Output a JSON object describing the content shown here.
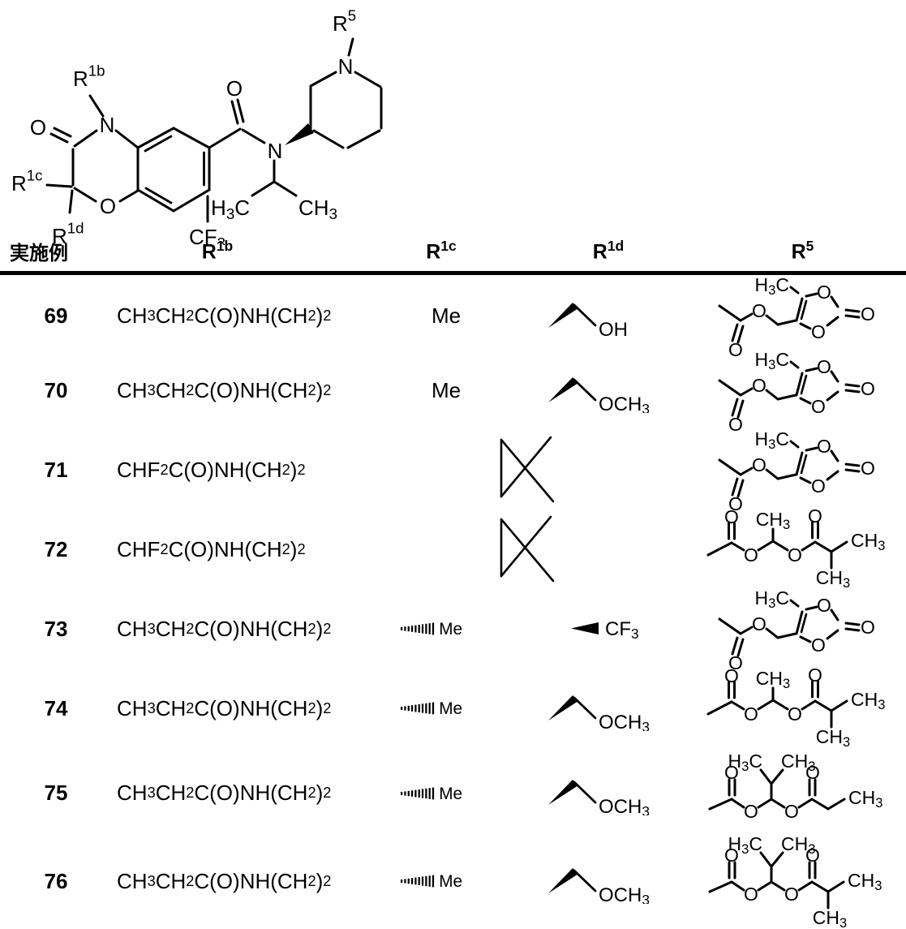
{
  "page": {
    "background": "#ffffff",
    "ink": "#000000"
  },
  "header": {
    "example": "実施例",
    "cols": [
      "r1b",
      "r1c",
      "r1d",
      "r5"
    ]
  },
  "fragments": {
    "r1b": [
      {
        "t": "R"
      },
      {
        "sup": "1b"
      }
    ],
    "r1c": [
      {
        "t": "R"
      },
      {
        "sup": "1c"
      }
    ],
    "r1d": [
      {
        "t": "R"
      },
      {
        "sup": "1d"
      }
    ],
    "r5": [
      {
        "t": "R"
      },
      {
        "sup": "5"
      }
    ],
    "n": [
      {
        "t": "N"
      }
    ],
    "o": [
      {
        "t": "O"
      }
    ],
    "h3c": [
      {
        "t": "H"
      },
      {
        "sub": "3"
      },
      {
        "t": "C"
      }
    ],
    "ch3": [
      {
        "t": "CH"
      },
      {
        "sub": "3"
      }
    ],
    "cf3": [
      {
        "t": "CF"
      },
      {
        "sub": "3"
      }
    ],
    "oh": [
      {
        "t": "OH"
      }
    ],
    "och3": [
      {
        "t": "OCH"
      },
      {
        "sub": "3"
      }
    ],
    "me": [
      {
        "t": "Me"
      }
    ],
    "propionyl": [
      {
        "t": "CH"
      },
      {
        "sub": "3"
      },
      {
        "t": "CH"
      },
      {
        "sub": "2"
      },
      {
        "t": "C(O)NH(CH"
      },
      {
        "sub": "2"
      },
      {
        "t": ")"
      },
      {
        "sub": "2"
      }
    ],
    "difluoroacetyl": [
      {
        "t": "CHF"
      },
      {
        "sub": "2"
      },
      {
        "t": "C(O)NH(CH"
      },
      {
        "sub": "2"
      },
      {
        "t": ")"
      },
      {
        "sub": "2"
      }
    ]
  },
  "r1c_label": "me",
  "rows": [
    {
      "example": "69",
      "r1b": "propionyl",
      "r1c": "plain",
      "r1d": "wedge_up",
      "r1d_label": "oh",
      "r5": "dioxolone"
    },
    {
      "example": "70",
      "r1b": "propionyl",
      "r1c": "plain",
      "r1d": "wedge_up",
      "r1d_label": "och3",
      "r5": "dioxolone"
    },
    {
      "example": "71",
      "r1b": "difluoroacetyl",
      "r1c": "spiro",
      "r1d": "spiro",
      "r5": "dioxolone"
    },
    {
      "example": "72",
      "r1b": "difluoroacetyl",
      "r1c": "spiro",
      "r1d": "spiro",
      "r5": "ae_isobutyrate"
    },
    {
      "example": "73",
      "r1b": "propionyl",
      "r1c": "hashed",
      "r1d": "wedge_right",
      "r1d_label": "cf3",
      "r5": "dioxolone"
    },
    {
      "example": "74",
      "r1b": "propionyl",
      "r1c": "hashed",
      "r1d": "wedge_up",
      "r1d_label": "och3",
      "r5": "ae_isobutyrate"
    },
    {
      "example": "75",
      "r1b": "propionyl",
      "r1c": "hashed",
      "r1d": "wedge_up",
      "r1d_label": "och3",
      "r5": "ipr_propionate"
    },
    {
      "example": "76",
      "r1b": "propionyl",
      "r1c": "hashed",
      "r1d": "wedge_up",
      "r1d_label": "och3",
      "r5": "ipr_isobutyrate"
    }
  ]
}
